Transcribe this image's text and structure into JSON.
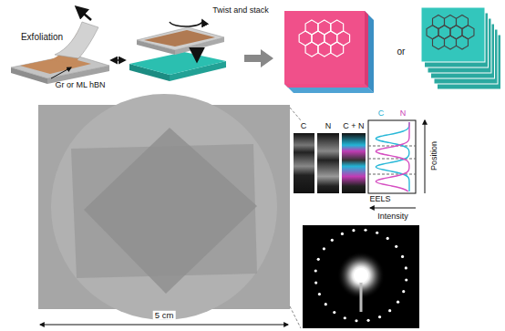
{
  "diagram": {
    "labels": [
      "Exfoliation",
      "Gr or ML hBN",
      "Twist and stack",
      "or",
      "5 cm",
      "C",
      "N",
      "C + N",
      "C",
      "N",
      "Position",
      "EELS",
      "Intensity"
    ]
  }
}
